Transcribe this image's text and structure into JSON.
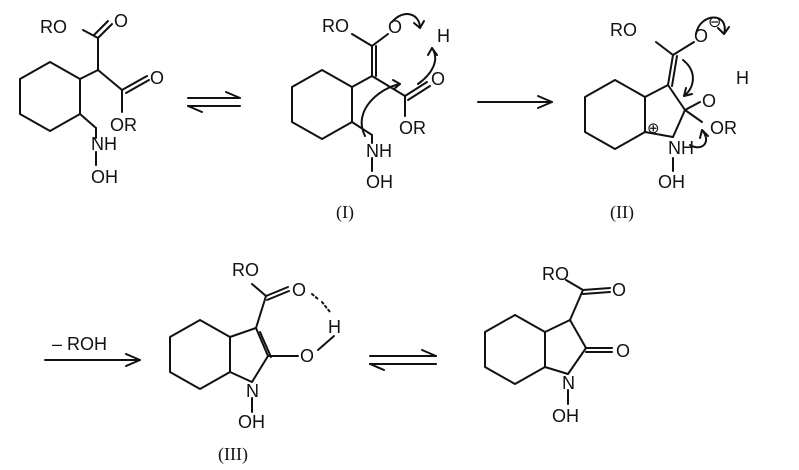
{
  "scheme": {
    "compound_start": {
      "ester_top": "RO",
      "o_top": "O",
      "o_right": "O",
      "ester_right": "OR",
      "nh": "NH",
      "oh": "OH"
    },
    "compound_I": {
      "ro": "RO",
      "o": "O",
      "h": "H",
      "o_carbonyl": "O",
      "or": "OR",
      "nh": "NH",
      "oh": "OH",
      "label": "(I)"
    },
    "compound_II": {
      "ro": "RO",
      "o": "O",
      "minus": "⊖",
      "h": "H",
      "o2": "O",
      "or": "OR",
      "plus": "⊕",
      "nh": "NH",
      "oh": "OH",
      "label": "(II)"
    },
    "step_reagent": "– ROH",
    "compound_III": {
      "ro": "RO",
      "o": "O",
      "h": "H",
      "o2": "O",
      "n": "N",
      "oh": "OH",
      "label": "(III)"
    },
    "compound_final": {
      "ro": "RO",
      "o_ester": "O",
      "o_keto": "O",
      "n": "N",
      "oh": "OH"
    },
    "colors": {
      "ink": "#111111",
      "background": "#ffffff"
    }
  }
}
